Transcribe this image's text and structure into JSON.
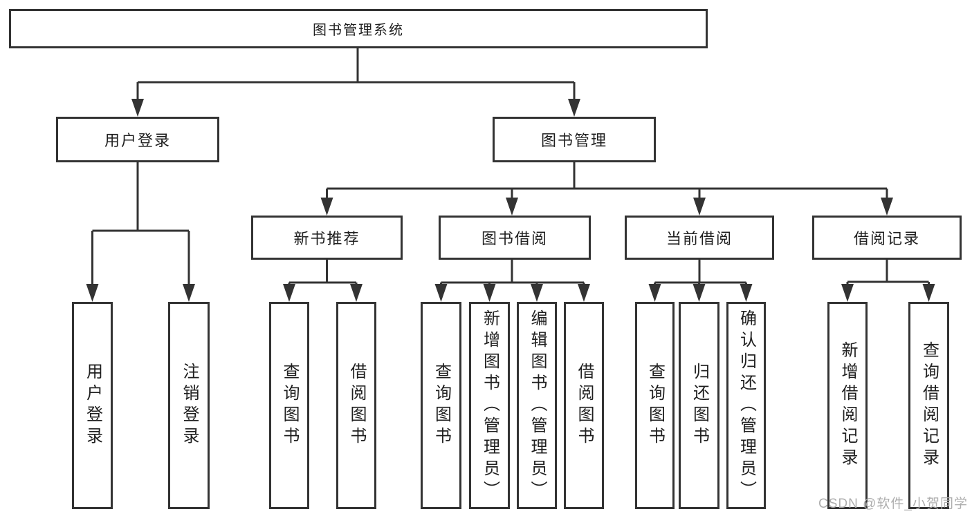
{
  "diagram": {
    "title": "图书管理系统",
    "branches": [
      {
        "label": "用户登录",
        "children": [
          "用户登录",
          "注销登录"
        ]
      },
      {
        "label": "图书管理",
        "groups": [
          {
            "label": "新书推荐",
            "children": [
              "查询图书",
              "借阅图书"
            ]
          },
          {
            "label": "图书借阅",
            "children": [
              "查询图书",
              "新增图书（管理员）",
              "编辑图书（管理员）",
              "借阅图书"
            ]
          },
          {
            "label": "当前借阅",
            "children": [
              "查询图书",
              "归还图书",
              "确认归还（管理员）"
            ]
          },
          {
            "label": "借阅记录",
            "children": [
              "新增借阅记录",
              "查询借阅记录"
            ]
          }
        ]
      }
    ]
  },
  "watermark": "CSDN @软件_小贺同学",
  "colors": {
    "line": "#333333",
    "text": "#1f1f1f",
    "watermark": "#aeaeae",
    "background": "#ffffff"
  }
}
